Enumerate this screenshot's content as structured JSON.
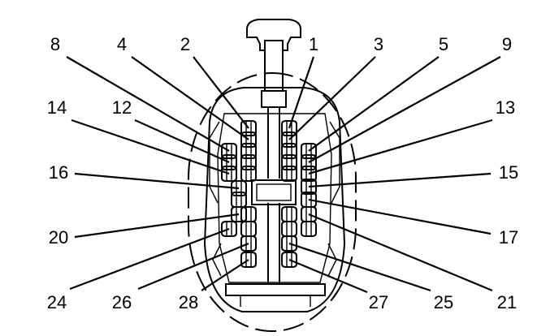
{
  "diagram": {
    "terminals": [
      {
        "id": "t1",
        "label": "1"
      },
      {
        "id": "t2",
        "label": "2"
      },
      {
        "id": "t3",
        "label": "3"
      },
      {
        "id": "t4",
        "label": "4"
      },
      {
        "id": "t5",
        "label": "5"
      },
      {
        "id": "t8",
        "label": "8"
      },
      {
        "id": "t9",
        "label": "9"
      },
      {
        "id": "t12",
        "label": "12"
      },
      {
        "id": "t13",
        "label": "13"
      },
      {
        "id": "t14",
        "label": "14"
      },
      {
        "id": "t15",
        "label": "15"
      },
      {
        "id": "t16",
        "label": "16"
      },
      {
        "id": "t17",
        "label": "17"
      },
      {
        "id": "t20",
        "label": "20"
      },
      {
        "id": "t21",
        "label": "21"
      },
      {
        "id": "t24",
        "label": "24"
      },
      {
        "id": "t25",
        "label": "25"
      },
      {
        "id": "t26",
        "label": "26"
      },
      {
        "id": "t27",
        "label": "27"
      },
      {
        "id": "t28",
        "label": "28"
      }
    ]
  }
}
